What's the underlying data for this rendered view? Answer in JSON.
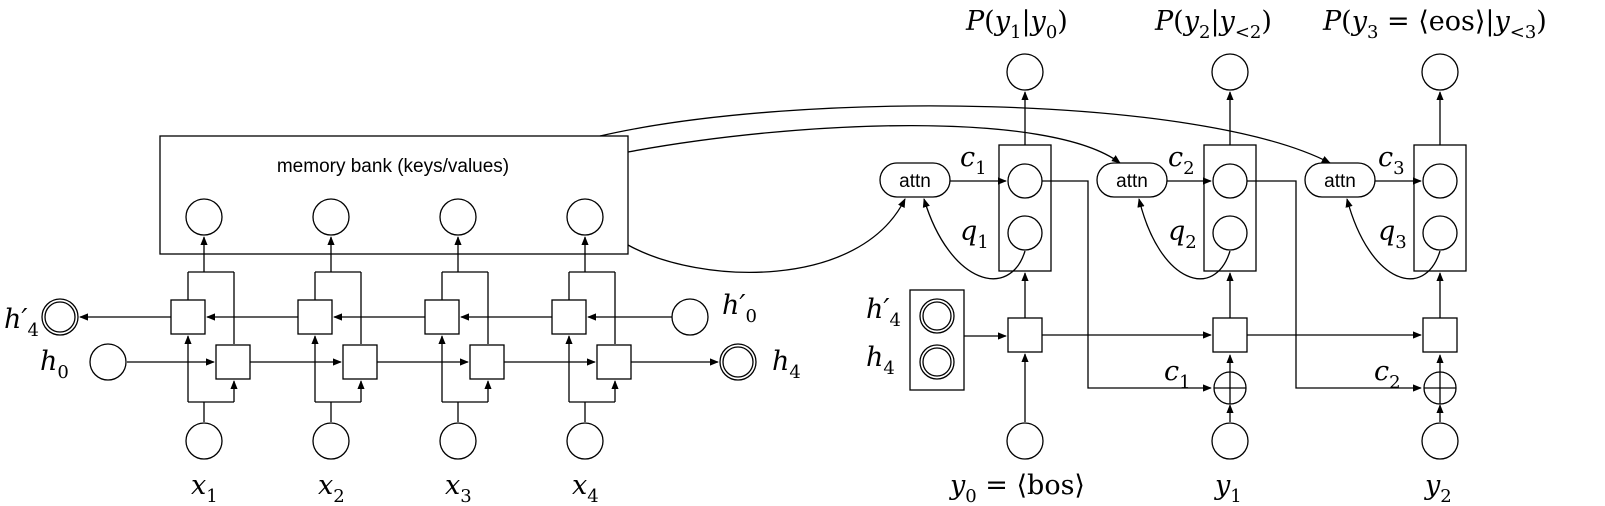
{
  "memory_bank_label": "memory bank (keys/values)",
  "attn_label": "attn",
  "encoder": {
    "inputs": [
      "x_1",
      "x_2",
      "x_3",
      "x_4"
    ],
    "h0": "h_0",
    "h4": "h_4",
    "h0_prime": "h'_0",
    "h4_prime": "h'_4"
  },
  "decoder": {
    "outputs": [
      "P(y_1|y_0)",
      "P(y_2|y_<2)",
      "P(y_3 = ⟨eos⟩|y_<3)"
    ],
    "inputs": [
      "y_0 = ⟨bos⟩",
      "y_1",
      "y_2"
    ],
    "contexts": [
      "c_1",
      "c_2",
      "c_3"
    ],
    "queries": [
      "q_1",
      "q_2",
      "q_3"
    ],
    "feed_contexts": [
      "c_1",
      "c_2"
    ],
    "init_states": [
      "h'_4",
      "h_4"
    ]
  }
}
